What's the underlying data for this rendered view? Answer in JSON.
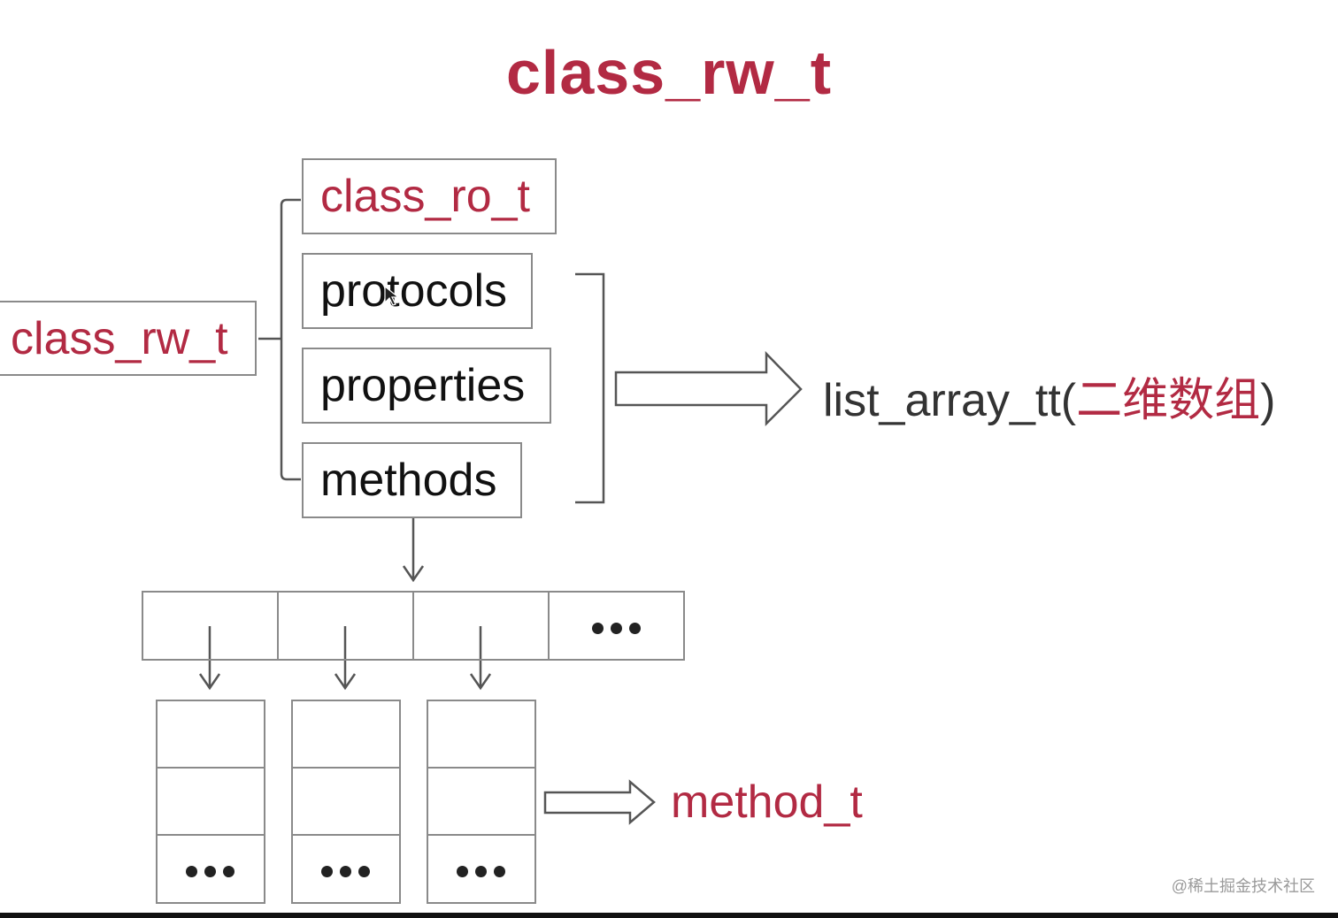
{
  "title": "class_rw_t",
  "root_box": {
    "label": "class_rw_t"
  },
  "members": [
    {
      "label": "class_ro_t"
    },
    {
      "label": "protocols"
    },
    {
      "label": "properties"
    },
    {
      "label": "methods"
    }
  ],
  "list_array": {
    "prefix": "list_array_tt(",
    "chinese": "二维数组",
    "suffix": ")"
  },
  "array_ellipsis": "•••",
  "method_t_label": "method_t",
  "watermark": "@稀土掘金技术社区",
  "colors": {
    "accent": "#b22a43",
    "border": "#8a8a8a",
    "text": "#111111"
  }
}
